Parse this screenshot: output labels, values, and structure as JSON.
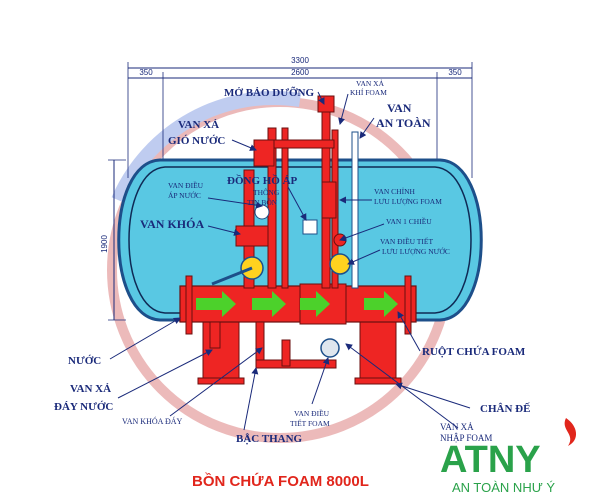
{
  "dimensions": {
    "total": "3300",
    "left": "350",
    "middle": "2600",
    "right": "350",
    "height": "1900"
  },
  "title": "BỒN CHỨA FOAM 8000L",
  "logo": {
    "mark": "ATNY",
    "tagline": "AN TOÀN NHƯ Ý"
  },
  "labels": {
    "mo_bao_duong": "MỞ BẢO DƯỠNG",
    "van_xa_khi_foam_1": "VAN XẢ",
    "van_xa_khi_foam_2": "KHÍ FOAM",
    "van_an_toan_1": "VAN",
    "van_an_toan_2": "AN TOÀN",
    "van_xa_gio_nuoc_1": "VAN XẢ",
    "van_xa_gio_nuoc_2": "GIÓ NƯỚC",
    "dong_ho_ap": "ĐỒNG HỒ ÁP",
    "thong_tin_bon_1": "THÔNG",
    "thong_tin_bon_2": "TIN BỒN",
    "van_dieu_ap_nuoc_1": "VAN ĐIỀU",
    "van_dieu_ap_nuoc_2": "ÁP NƯỚC",
    "van_chinh_1": "VAN CHỈNH",
    "van_chinh_2": "LƯU LƯỢNG FOAM",
    "van_1_chieu": "VAN 1 CHIỀU",
    "van_khoa": "VAN KHÓA",
    "van_dieu_tiet_nuoc_1": "VAN ĐIỀU TIẾT",
    "van_dieu_tiet_nuoc_2": "LƯU LƯỢNG NƯỚC",
    "nuoc": "NƯỚC",
    "ruot_chua_foam": "RUỘT CHỨA FOAM",
    "van_xa_day_nuoc_1": "VAN XẢ",
    "van_xa_day_nuoc_2": "ĐÁY NƯỚC",
    "chan_de": "CHÂN ĐẾ",
    "van_khoa_day": "VAN KHÓA ĐÁY",
    "van_dieu_tiet_foam_1": "VAN ĐIỀU",
    "van_dieu_tiet_foam_2": "TIẾT FOAM",
    "van_xa_nhap_foam_1": "VAN XẢ",
    "van_xa_nhap_foam_2": "NHẬP FOAM",
    "bac_thang": "BẬC THANG"
  },
  "colors": {
    "tank": "#59c8e3",
    "tank_outline": "#1d4f8a",
    "pipe": "#ee2523",
    "arrow": "#4cd12b",
    "label": "#1a2a7a",
    "title": "#e1261c",
    "logo_green": "#2aa24a",
    "logo_red": "#e1261c"
  }
}
